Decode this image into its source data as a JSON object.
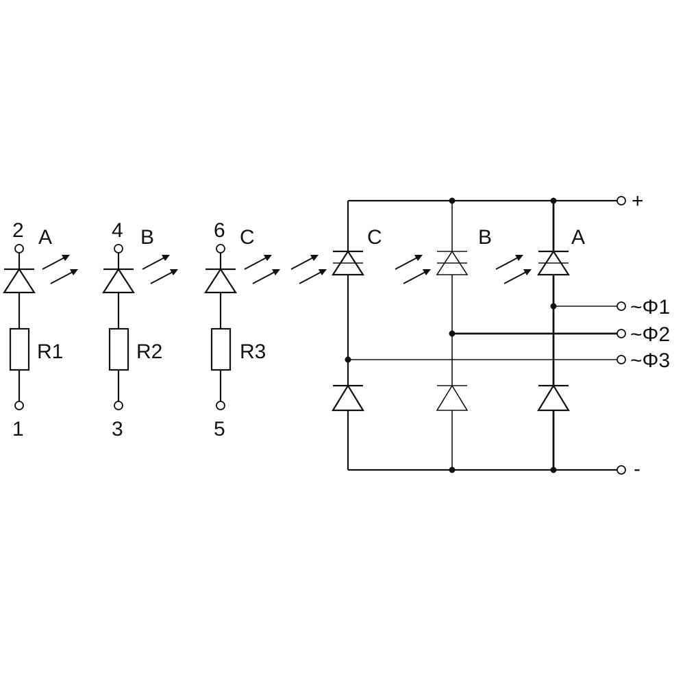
{
  "emitters": [
    {
      "anode_pin": "2",
      "cathode_pin": "1",
      "led_label": "A",
      "resistor": "R1"
    },
    {
      "anode_pin": "4",
      "cathode_pin": "3",
      "led_label": "B",
      "resistor": "R2"
    },
    {
      "anode_pin": "6",
      "cathode_pin": "5",
      "led_label": "C",
      "resistor": "R3"
    }
  ],
  "bridge": {
    "upper_labels": [
      "C",
      "B",
      "A"
    ],
    "positive": "+",
    "negative": "-",
    "phases": [
      "~Φ1",
      "~Φ2",
      "~Φ3"
    ]
  }
}
